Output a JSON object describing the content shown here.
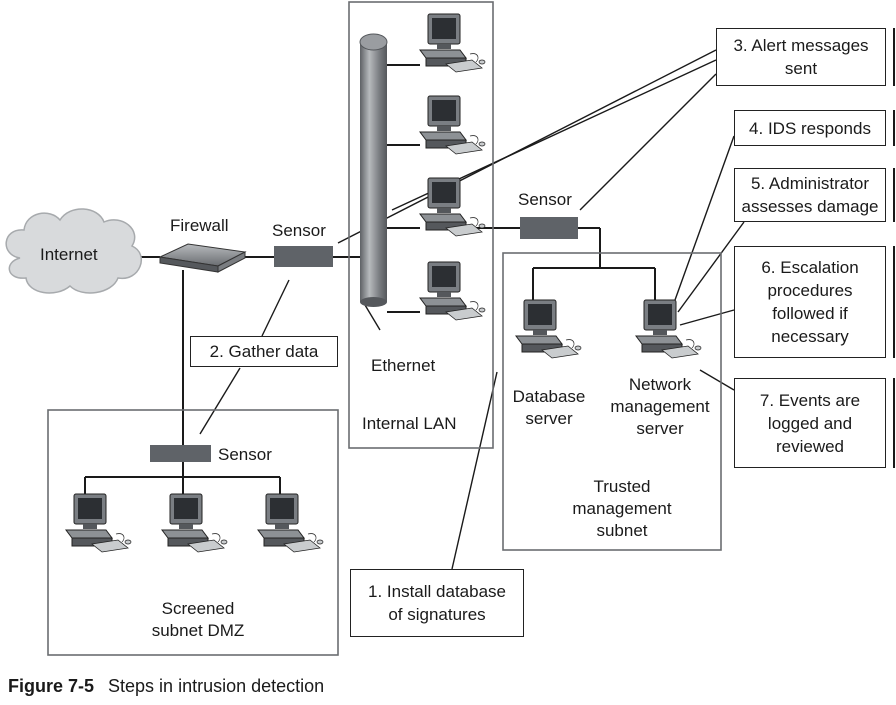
{
  "labels": {
    "internet": "Internet",
    "firewall": "Firewall",
    "sensor_left": "Sensor",
    "sensor_right": "Sensor",
    "sensor_dmz": "Sensor",
    "ethernet": "Ethernet",
    "internal_lan": "Internal LAN",
    "database_server": [
      "Database",
      "server"
    ],
    "network_mgmt_server": [
      "Network",
      "management",
      "server"
    ],
    "trusted_subnet": [
      "Trusted",
      "management",
      "subnet"
    ],
    "dmz": [
      "Screened",
      "subnet DMZ"
    ]
  },
  "steps": {
    "step1": [
      "1. Install database",
      "of signatures"
    ],
    "step2": [
      "2. Gather data"
    ],
    "step3": [
      "3. Alert messages",
      "sent"
    ],
    "step4": [
      "4. IDS responds"
    ],
    "step5": [
      "5. Administrator",
      "assesses damage"
    ],
    "step6": [
      "6. Escalation",
      "procedures",
      "followed if",
      "necessary"
    ],
    "step7": [
      "7. Events are",
      "logged and",
      "reviewed"
    ]
  },
  "caption": {
    "figure_number": "Figure 7-5",
    "title": "Steps in intrusion detection"
  },
  "colors": {
    "line": "#1a1a1a",
    "sensor": "#5f6368",
    "computer_body": "#6e7277",
    "screen": "#2c2f33",
    "cylinder": "#8a8d91",
    "cloud": "#d4d6d8"
  },
  "icons": {
    "computer": "desktop-computer-icon",
    "cloud": "cloud-icon",
    "firewall": "firewall-device-icon"
  }
}
